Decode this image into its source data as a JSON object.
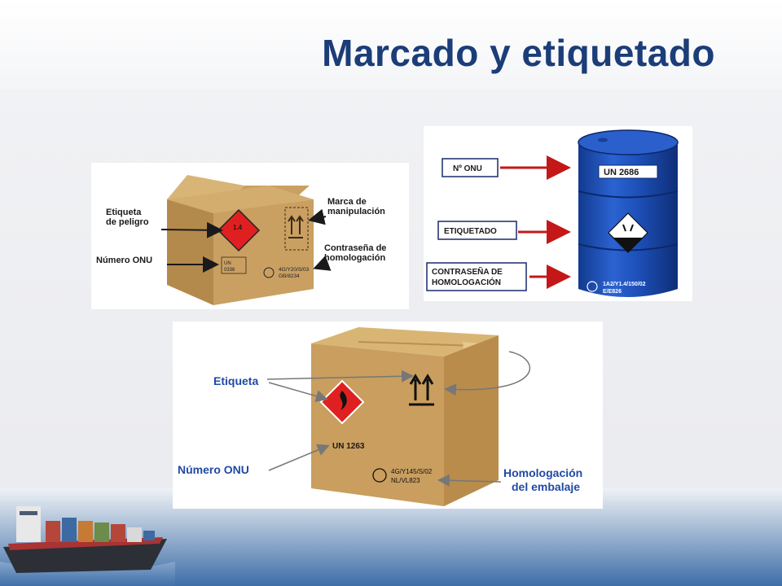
{
  "title": "Marcado y etiquetado",
  "box1": {
    "label_etiqueta": [
      "Etiqueta",
      "de peligro"
    ],
    "label_numero": "Número ONU",
    "label_marca": [
      "Marca de",
      "manipulación"
    ],
    "label_contrasena": [
      "Contraseña de",
      "homologación"
    ],
    "diamond_text": "1.4",
    "un_text": [
      "UN",
      "0336"
    ],
    "code_text": [
      "4G/Y20/S/03",
      "GB/8234"
    ]
  },
  "drum": {
    "label_no_onu": "Nº ONU",
    "label_etiquetado": "ETIQUETADO",
    "label_contrasena": [
      "CONTRASEÑA DE",
      "HOMOLOGACIÓN"
    ],
    "un_text": "UN 2686",
    "code_text": [
      "1A2/Y1.4/150/02",
      "E/E826"
    ]
  },
  "box2": {
    "label_etiqueta": "Etiqueta",
    "label_numero": "Número ONU",
    "label_homologacion": [
      "Homologación",
      "del embalaje"
    ],
    "un_text": "UN 1263",
    "code_text": [
      "4G/Y145/S/02",
      "NL/VL823"
    ]
  },
  "colors": {
    "title": "#1b3d78",
    "cardboard": "#c9a062",
    "hazard_red": "#e02020",
    "drum_blue": "#1d4fb8",
    "label_blue": "#1f4aa5"
  }
}
